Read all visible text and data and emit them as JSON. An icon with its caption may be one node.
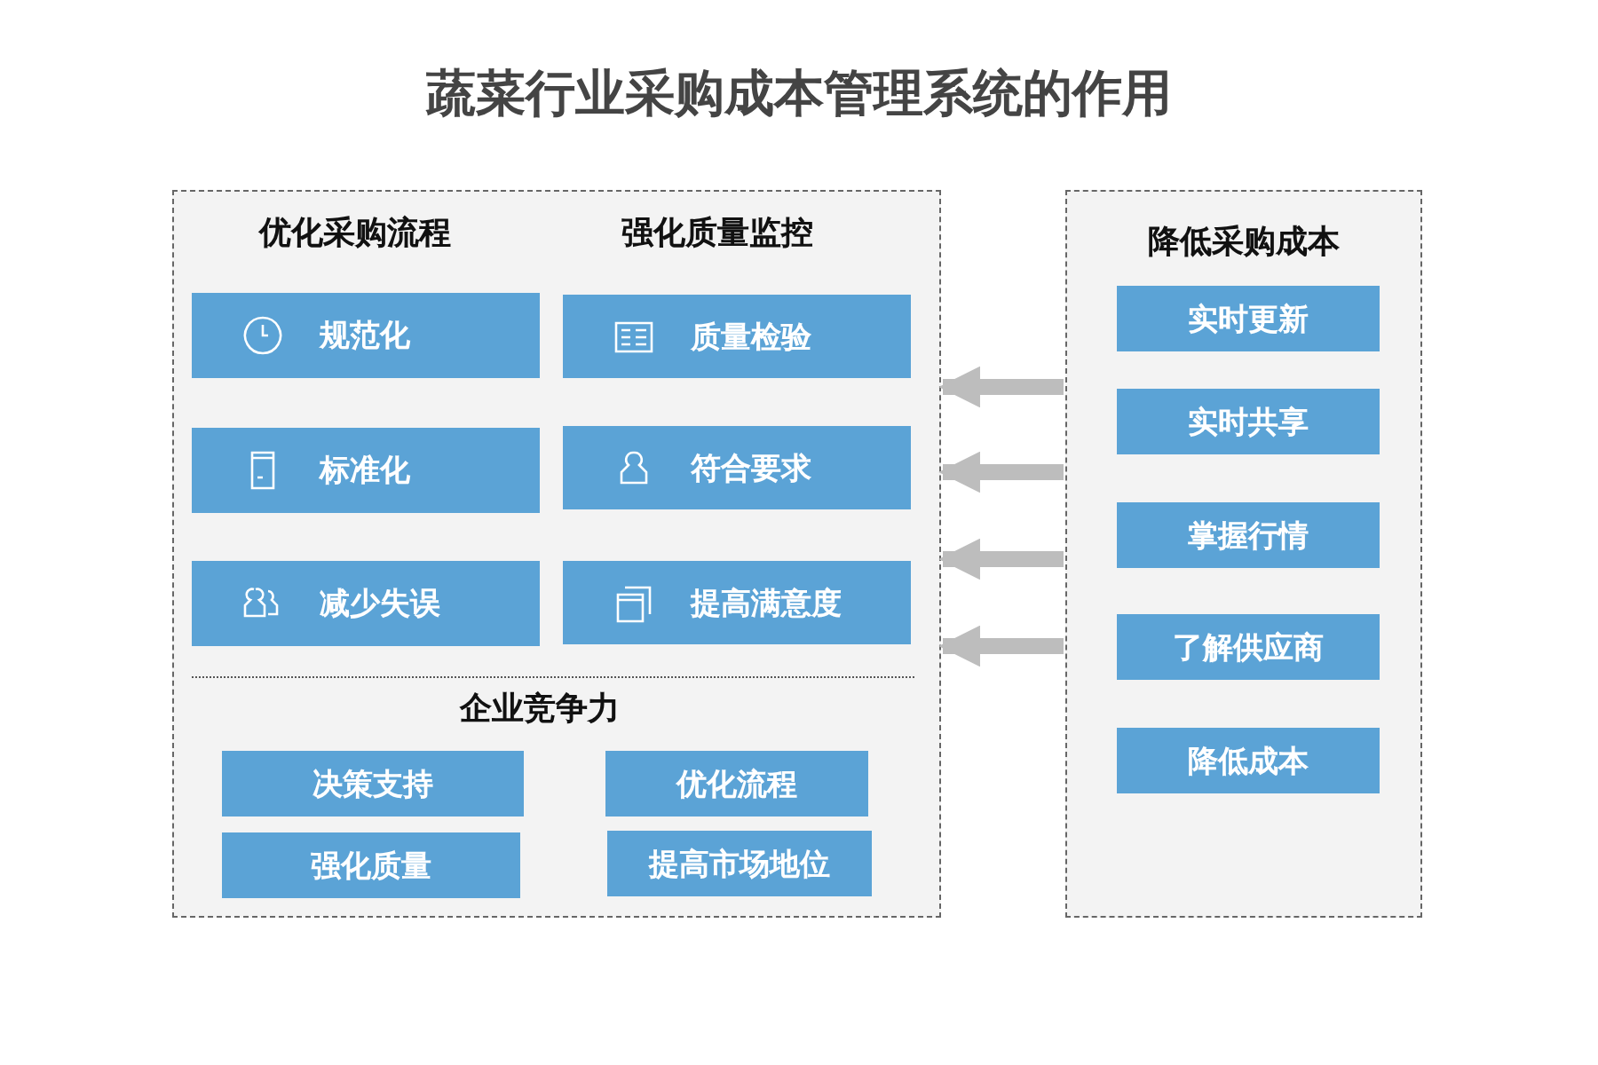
{
  "diagram": {
    "title": "蔬菜行业采购成本管理系统的作用",
    "nodes": [
      {
        "text": [
          "优化采购流程",
          "强化质量监控",
          "企业竞争力"
        ]
      },
      {
        "text": [
          "规范化"
        ],
        "in": 0
      },
      {
        "text": [
          "质量检验"
        ],
        "in": 0
      },
      {
        "text": [
          "标准化"
        ],
        "in": 0
      },
      {
        "text": [
          "符合要求"
        ],
        "in": 0
      },
      {
        "text": [
          "减少失误"
        ],
        "in": 0
      },
      {
        "text": [
          "提高满意度"
        ],
        "in": 0
      },
      {
        "text": [
          "决策支持"
        ],
        "in": 0
      },
      {
        "text": [
          "优化流程"
        ],
        "in": 0
      },
      {
        "text": [
          "强化质量"
        ],
        "in": 0
      },
      {
        "text": [
          "提高市场地位"
        ],
        "in": 0
      },
      {
        "text": [
          "降低采购成本"
        ]
      },
      {
        "text": [
          "实时更新"
        ],
        "in": 11
      },
      {
        "text": [
          "实时共享"
        ],
        "in": 11
      },
      {
        "text": [
          "掌握行情"
        ],
        "in": 11
      },
      {
        "text": [
          "了解供应商"
        ],
        "in": 11
      },
      {
        "text": [
          "降低成本"
        ],
        "in": 11
      }
    ],
    "edges": [
      {
        "from": 11,
        "to": 0,
        "arrow": "to"
      },
      {
        "from": 11,
        "to": 0,
        "arrow": "to"
      },
      {
        "from": 11,
        "to": 0,
        "arrow": "to"
      },
      {
        "from": 11,
        "to": 0,
        "arrow": "to"
      }
    ]
  }
}
